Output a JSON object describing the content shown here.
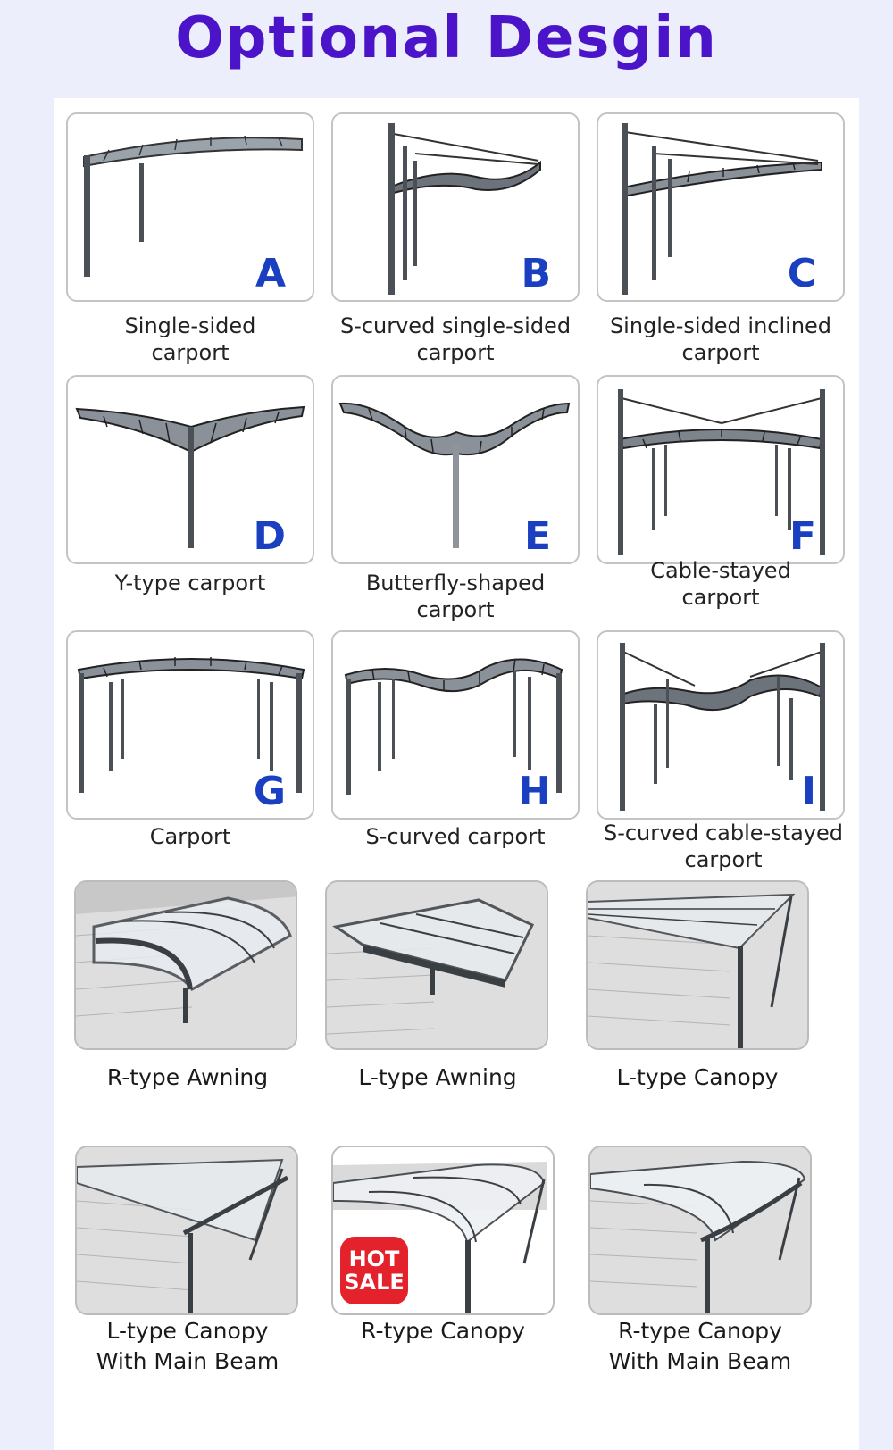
{
  "title": "Optional Desgin",
  "carports": [
    {
      "letter": "A",
      "caption": "Single-sided\ncarport"
    },
    {
      "letter": "B",
      "caption": "S-curved single-sided\ncarport"
    },
    {
      "letter": "C",
      "caption": "Single-sided inclined\ncarport"
    },
    {
      "letter": "D",
      "caption": "Y-type carport"
    },
    {
      "letter": "E",
      "caption": "Butterfly-shaped\ncarport"
    },
    {
      "letter": "F",
      "caption": "Cable-stayed\ncarport"
    },
    {
      "letter": "G",
      "caption": "Carport"
    },
    {
      "letter": "H",
      "caption": "S-curved carport"
    },
    {
      "letter": "I",
      "caption": "S-curved cable-stayed\ncarport"
    }
  ],
  "awnings": [
    {
      "caption": "R-type Awning"
    },
    {
      "caption": "L-type Awning"
    },
    {
      "caption": "L-type Canopy"
    },
    {
      "caption": "L-type Canopy\nWith Main Beam"
    },
    {
      "caption": "R-type Canopy"
    },
    {
      "caption": "R-type Canopy\nWith Main Beam"
    }
  ],
  "badge": {
    "line1": "HOT",
    "line2": "SALE"
  },
  "colors": {
    "title": "#4b14c8",
    "letter": "#1a3fc0",
    "badge": "#e3222b",
    "frame": "#3a3f44"
  }
}
